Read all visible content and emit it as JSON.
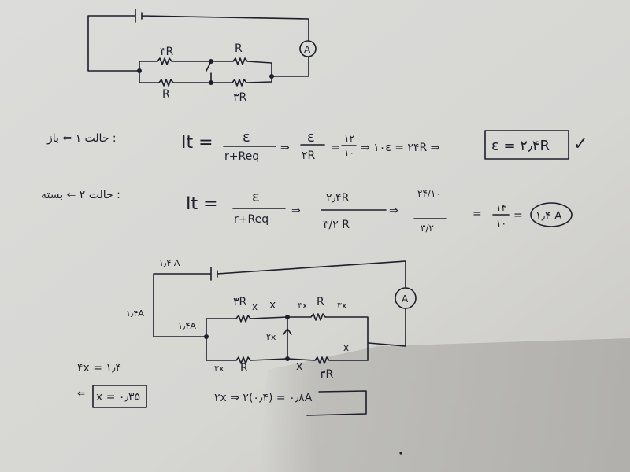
{
  "circuit1": {
    "resistors": [
      "۳R",
      "R",
      "R",
      "۳R"
    ],
    "meter": "A"
  },
  "case1": {
    "label": "حالت ۱ ⇐ باز :",
    "lhs": "It =",
    "num": "ε",
    "den": "r+Req",
    "arrow": "⇒",
    "num2": "ε",
    "den2": "۲R",
    "eq": "=",
    "num3": "۱۲",
    "den3": "۱۰",
    "step": "⇒ ۱۰ε = ۲۴R ⇒",
    "result": "ε = ۲٫۴R",
    "check": "✓"
  },
  "case2": {
    "label": "حالت ۲ ⇐ بسته :",
    "lhs": "It =",
    "num": "ε",
    "den": "r+Req",
    "arrow": "⇒",
    "num2": "۲٫۴R",
    "den2": "۳/۲ R",
    "step": "⇒",
    "num3": "۲۴/۱۰",
    "den3": "۳/۲",
    "eq": "=",
    "num4": "۱۴",
    "den4": "۱۰",
    "result": "۱٫۴ A"
  },
  "circuit2": {
    "current_top": "۱٫۴ A",
    "current_left": "۱٫۴A",
    "current_junction": "۱٫۴A",
    "top_left": "۳R",
    "x1": "x",
    "x2": "x",
    "top_right_current": "۳x",
    "top_right": "R",
    "top_right_current2": "۳x",
    "middle": "۲x",
    "bottom_right_x": "x",
    "bottom_left_current": "۳x",
    "bottom_left": "R",
    "bottom_x": "x",
    "bottom_right": "۳R",
    "meter": "A"
  },
  "solution": {
    "eq1": "۴x = ۱٫۴",
    "eq2_prefix": "⇐",
    "eq2": "x = ۰٫۳۵",
    "eq3": "۲x ⇒ ۲(۰٫۴) = ۰٫۸A"
  }
}
